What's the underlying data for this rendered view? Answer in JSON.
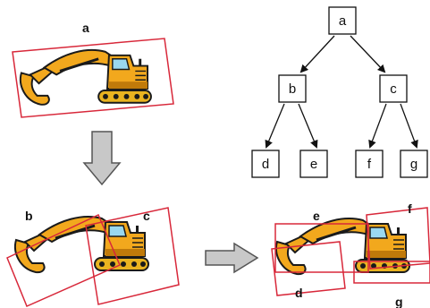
{
  "colors": {
    "excavator_body": "#f2a81d",
    "excavator_shadow": "#c07a0a",
    "excavator_outline": "#1a1a1a",
    "track": "#e9b320",
    "window": "#9ad8f0",
    "bbox": "#d8283a",
    "arrow_fill": "#c8c8c8",
    "arrow_stroke": "#555555",
    "tree_stroke": "#111111"
  },
  "labels": {
    "top_a": "a",
    "split_b": "b",
    "split_c": "c",
    "final_e": "e",
    "final_f": "f",
    "final_d": "d",
    "final_g": "g"
  },
  "tree": {
    "root": "a",
    "level1": [
      "b",
      "c"
    ],
    "leaves": [
      "d",
      "e",
      "f",
      "g"
    ]
  }
}
